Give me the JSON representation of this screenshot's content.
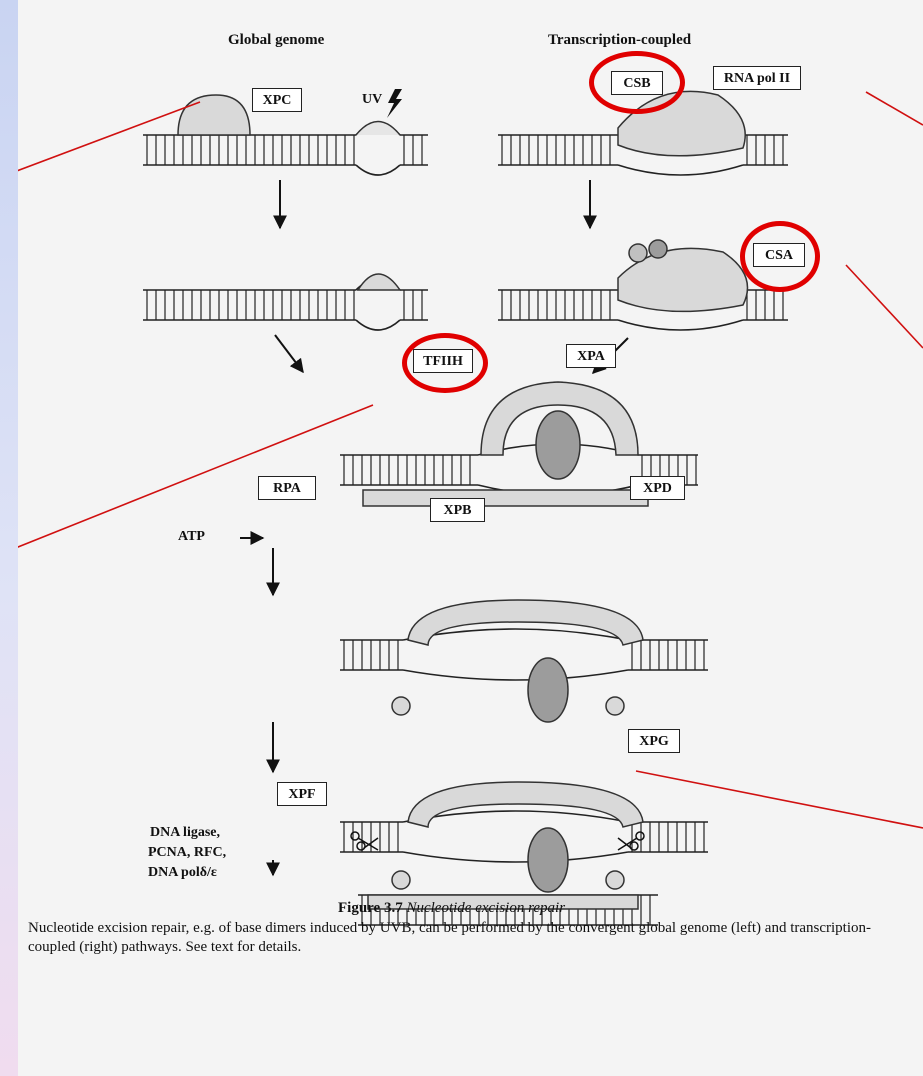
{
  "headings": {
    "global": "Global genome",
    "transcription": "Transcription-coupled"
  },
  "labels": {
    "xpc": "XPC",
    "uv": "UV",
    "csb": "CSB",
    "rna_pol": "RNA pol II",
    "csa": "CSA",
    "tfiih": "TFIIH",
    "xpa": "XPA",
    "rpa": "RPA",
    "xpb": "XPB",
    "xpd": "XPD",
    "atp": "ATP",
    "xpf": "XPF",
    "xpg": "XPG",
    "ligase": [
      "DNA ligase,",
      "PCNA, RFC,",
      "DNA polδ/ε"
    ]
  },
  "caption": {
    "title": "Figure 3.7",
    "title_italic": "Nucleotide excision repair",
    "body": "Nucleotide excision repair, e.g. of base dimers induced by UVB, can be performed by the convergent global genome (left) and transcription-coupled (right) pathways. See text for details."
  },
  "colors": {
    "highlight": "#e00000",
    "pointer_line": "#d01010",
    "protein_fill": "#d9d9d9",
    "dark_protein": "#9c9c9c"
  }
}
